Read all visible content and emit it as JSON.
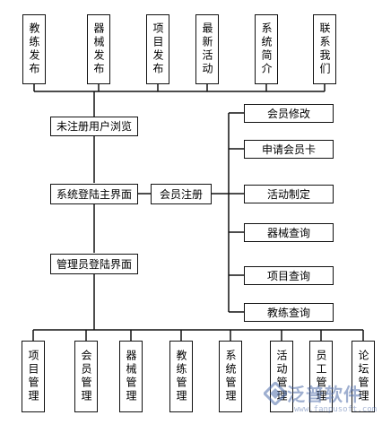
{
  "top_modules": [
    {
      "id": "coach-release",
      "label": "教练发布"
    },
    {
      "id": "equipment-release",
      "label": "器械发布"
    },
    {
      "id": "project-release",
      "label": "项目发布"
    },
    {
      "id": "latest-activity",
      "label": "最新活动"
    },
    {
      "id": "system-intro",
      "label": "系统简介"
    },
    {
      "id": "contact-us",
      "label": "联系我们"
    }
  ],
  "main_flow": {
    "guest_browse": "未注册用户浏览",
    "system_login_main": "系统登陆主界面",
    "member_register": "会员注册",
    "admin_login": "管理员登陆界面"
  },
  "member_functions": [
    {
      "id": "member-edit",
      "label": "会员修改"
    },
    {
      "id": "apply-card",
      "label": "申请会员卡"
    },
    {
      "id": "activity-plan",
      "label": "活动制定"
    },
    {
      "id": "equipment-query",
      "label": "器械查询"
    },
    {
      "id": "project-query",
      "label": "项目查询"
    },
    {
      "id": "coach-query",
      "label": "教练查询"
    }
  ],
  "admin_modules": [
    {
      "id": "project-mgmt",
      "label": "项目管理"
    },
    {
      "id": "member-mgmt",
      "label": "会员管理"
    },
    {
      "id": "equipment-mgmt",
      "label": "器械管理"
    },
    {
      "id": "coach-mgmt",
      "label": "教练管理"
    },
    {
      "id": "system-mgmt",
      "label": "系统管理"
    },
    {
      "id": "activity-mgmt",
      "label": "活动管理"
    },
    {
      "id": "staff-mgmt",
      "label": "员工管理"
    },
    {
      "id": "forum-mgmt",
      "label": "论坛管理"
    }
  ],
  "watermark": {
    "name": "泛普软件",
    "url": "www.fanpusoft.com",
    "color": "#506eaa"
  }
}
